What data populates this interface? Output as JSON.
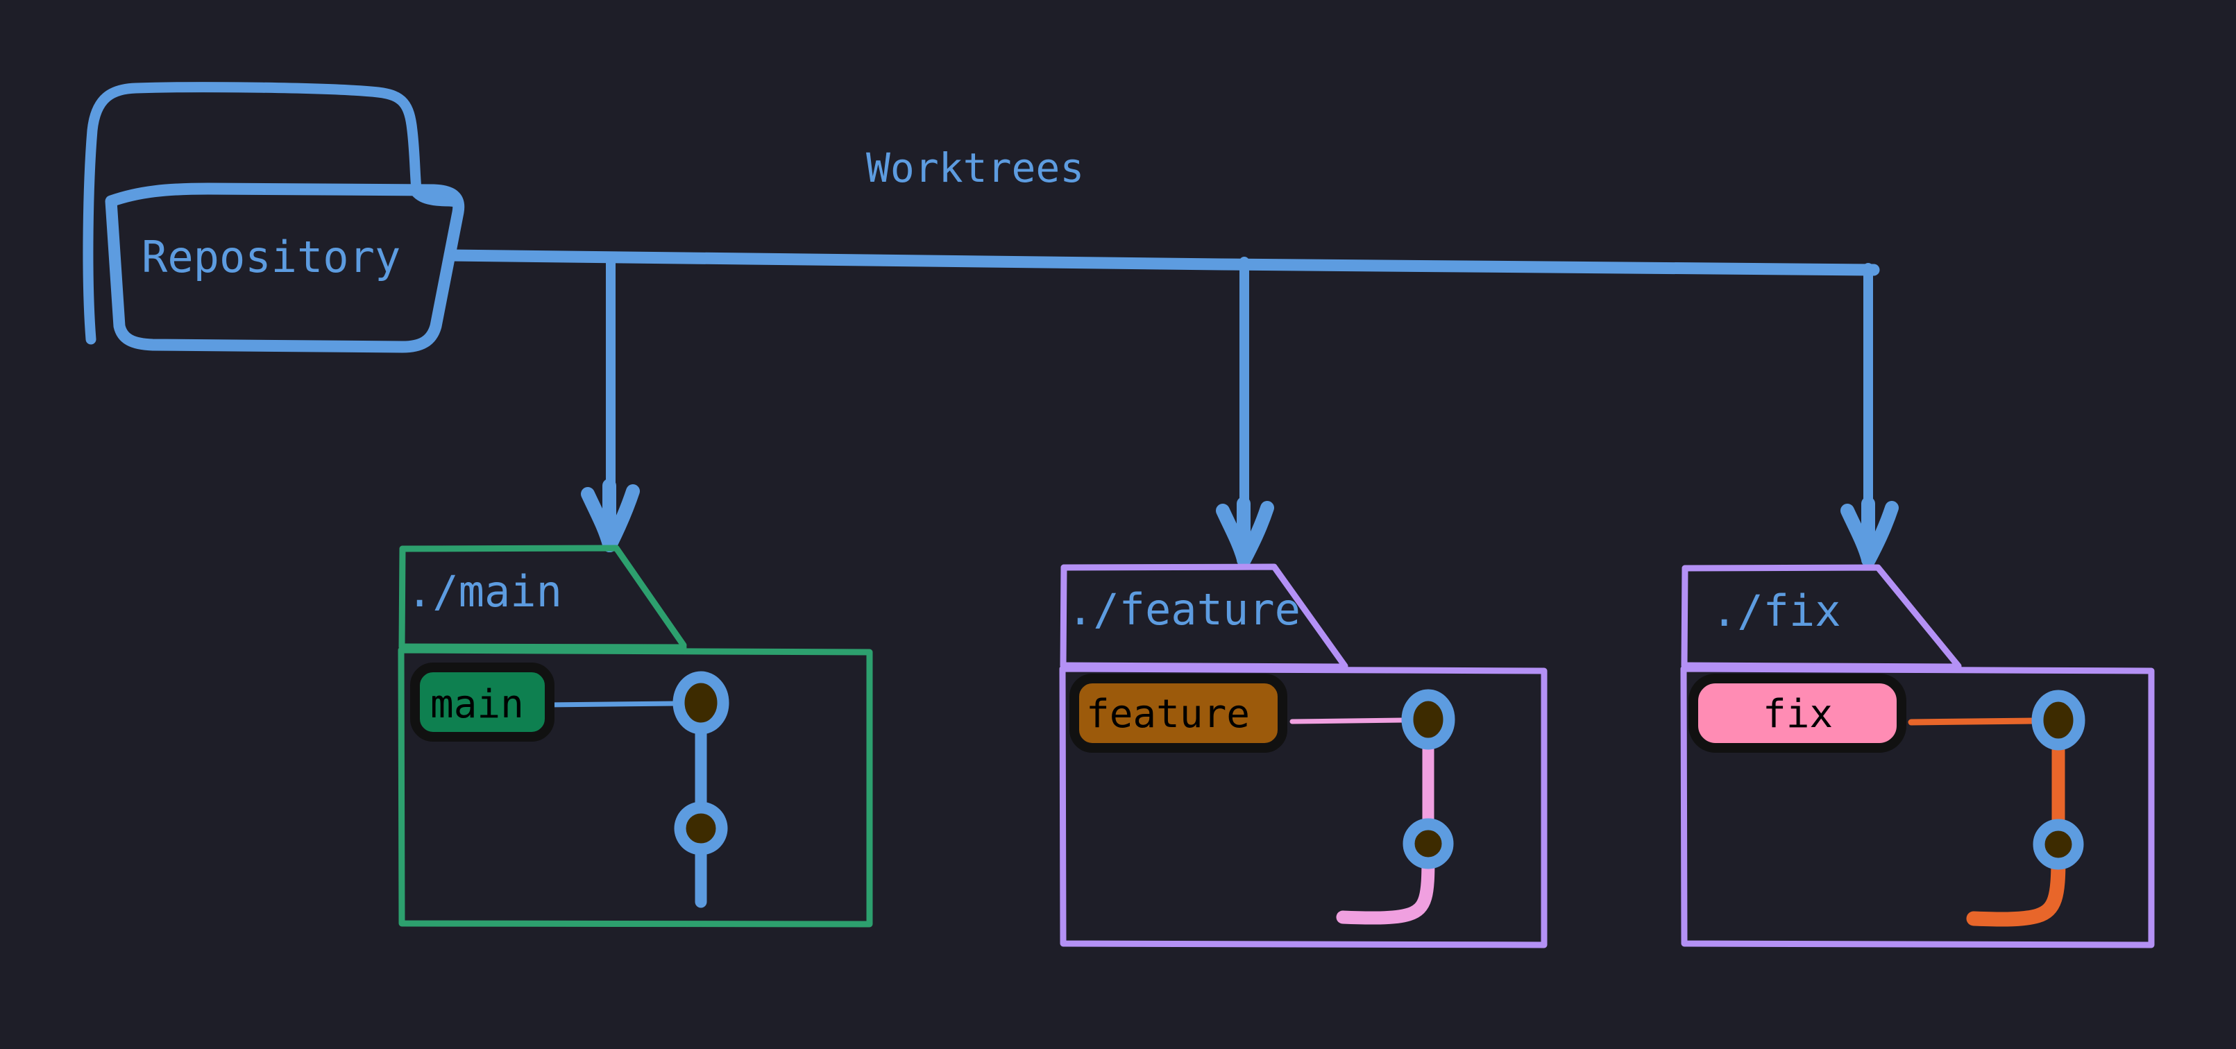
{
  "diagram": {
    "type": "git-worktree-architecture",
    "background_color": "#1e1e28",
    "title": "Worktrees",
    "repository": {
      "label": "Repository",
      "color": "#5d9ce0",
      "shape": "folder"
    },
    "bus": {
      "label": "Worktrees",
      "color": "#5d9ce0",
      "branch_count": 3
    },
    "worktrees": [
      {
        "id": "main",
        "path_label": "./main",
        "folder_color": "#2da06e",
        "badge_label": "main",
        "badge_fill": "#0e8050",
        "badge_text_color": "#000000",
        "badge_border_color": "#111111",
        "graph_line_color": "#5d9ce0",
        "commit_ring_color": "#5d9ce0",
        "commit_fill_color": "#3d2b00",
        "commit_count": 2,
        "graph_style": "straight-down"
      },
      {
        "id": "feature",
        "path_label": "./feature",
        "folder_color": "#b491f5",
        "badge_label": "feature",
        "badge_fill": "#9c5a0b",
        "badge_text_color": "#000000",
        "badge_border_color": "#111111",
        "graph_line_color": "#f0a0e0",
        "commit_ring_color": "#5d9ce0",
        "commit_fill_color": "#3d2b00",
        "commit_count": 2,
        "graph_style": "curve-left"
      },
      {
        "id": "fix",
        "path_label": "./fix",
        "folder_color": "#b491f5",
        "badge_label": "fix",
        "badge_fill": "#ff8cb4",
        "badge_text_color": "#000000",
        "badge_border_color": "#111111",
        "graph_line_color": "#e8662a",
        "commit_ring_color": "#5d9ce0",
        "commit_fill_color": "#3d2b00",
        "commit_count": 2,
        "graph_style": "curve-left"
      }
    ]
  }
}
